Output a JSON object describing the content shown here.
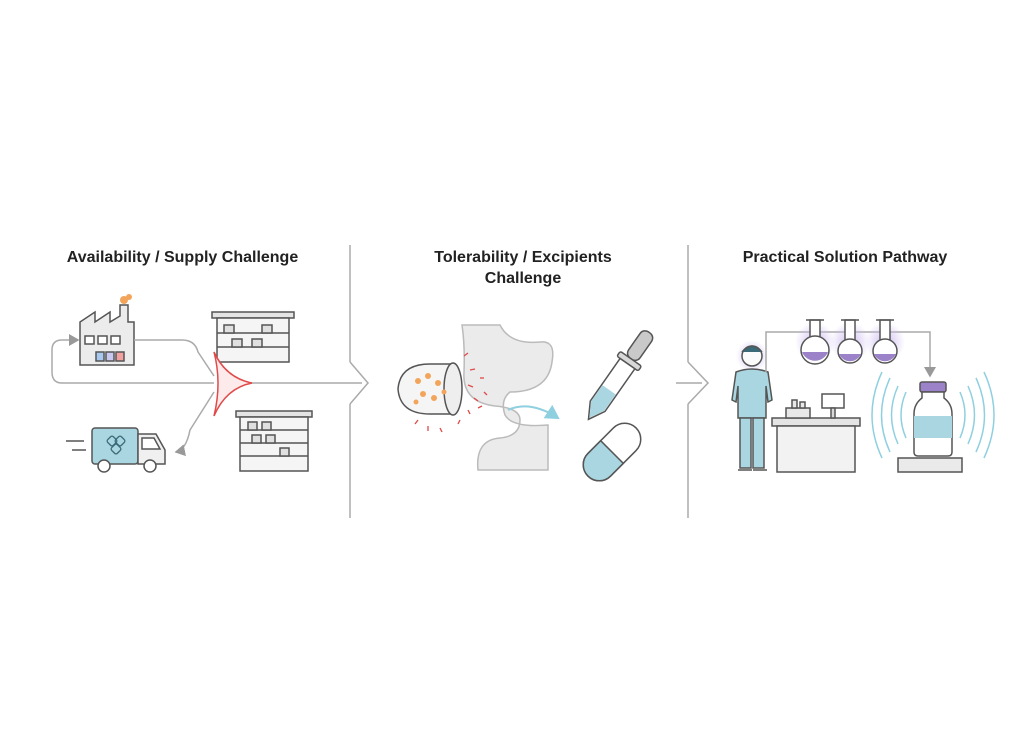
{
  "panels": [
    {
      "title": "Availability / Supply Challenge"
    },
    {
      "title": "Tolerability / Excipients\nChallenge"
    },
    {
      "title": "Practical Solution Pathway"
    }
  ],
  "colors": {
    "line": "#555555",
    "teal": "#a9d6e0",
    "orange": "#f2a55a",
    "red": "#e04a4a",
    "purple": "#9c82c8",
    "wave": "#8fd0e0",
    "gut": "#e8e8e8"
  },
  "icons": [
    "factory-icon",
    "warehouse-shelf-icon",
    "delivery-truck-icon",
    "convergence-node-icon",
    "split-capsule-icon",
    "intestine-icon",
    "dropper-icon",
    "capsule-icon",
    "pharmacist-icon",
    "flask-icon",
    "compounding-station-icon",
    "vial-icon",
    "signal-waves-icon"
  ]
}
